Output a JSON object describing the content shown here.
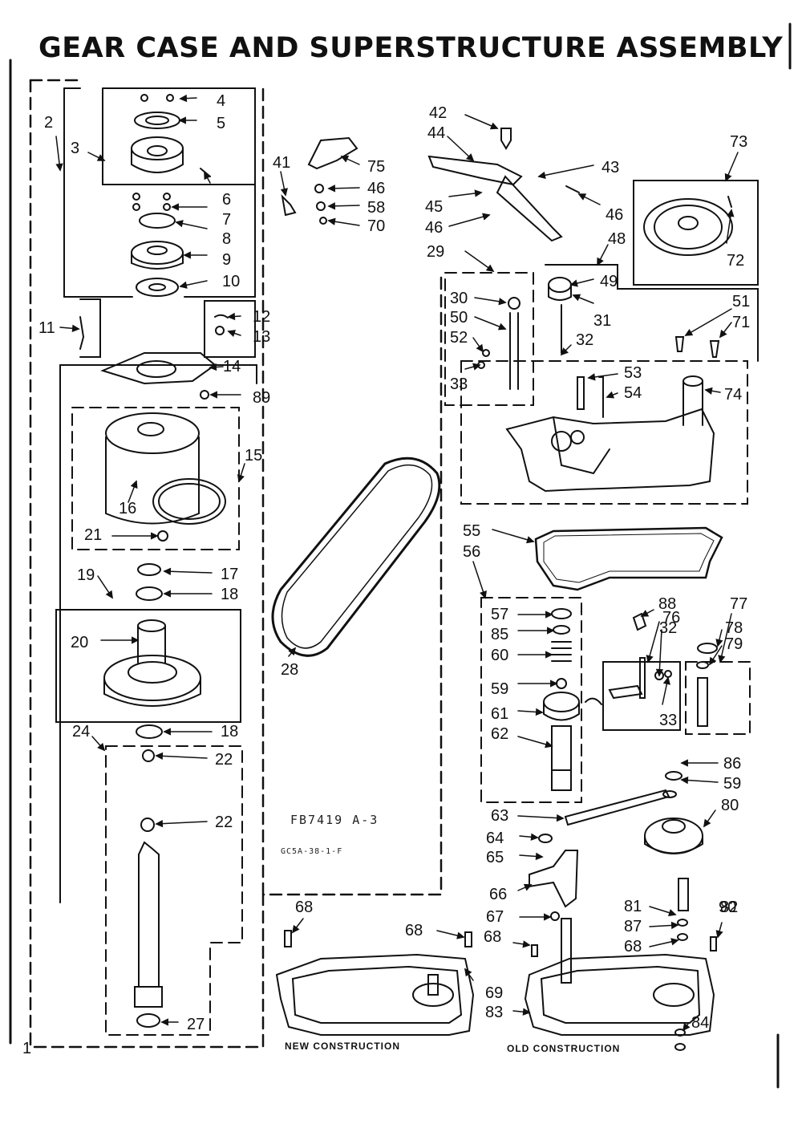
{
  "title": "GEAR CASE AND SUPERSTRUCTURE ASSEMBLY",
  "drawing_number": "FB7419 A-3",
  "figure_code": "GC5A-38-1-F",
  "captions": {
    "new": "NEW CONSTRUCTION",
    "old": "OLD CONSTRUCTION"
  },
  "part_numbers": [
    "1",
    "2",
    "3",
    "4",
    "5",
    "6",
    "7",
    "8",
    "9",
    "10",
    "11",
    "12",
    "13",
    "14",
    "89",
    "15",
    "16",
    "21",
    "17",
    "18",
    "19",
    "20",
    "18",
    "24",
    "22",
    "22",
    "27",
    "28",
    "41",
    "75",
    "46",
    "58",
    "70",
    "42",
    "44",
    "43",
    "45",
    "46",
    "46",
    "73",
    "72",
    "48",
    "29",
    "49",
    "30",
    "50",
    "31",
    "52",
    "32",
    "33",
    "51",
    "71",
    "53",
    "54",
    "74",
    "55",
    "56",
    "88",
    "76",
    "77",
    "78",
    "79",
    "57",
    "85",
    "60",
    "32",
    "59",
    "61",
    "33",
    "62",
    "86",
    "59",
    "80",
    "63",
    "64",
    "65",
    "66",
    "67",
    "81",
    "87",
    "68",
    "68",
    "68",
    "82",
    "68",
    "90",
    "69",
    "83",
    "84"
  ],
  "colors": {
    "ink": "#111111",
    "background": "#ffffff"
  }
}
